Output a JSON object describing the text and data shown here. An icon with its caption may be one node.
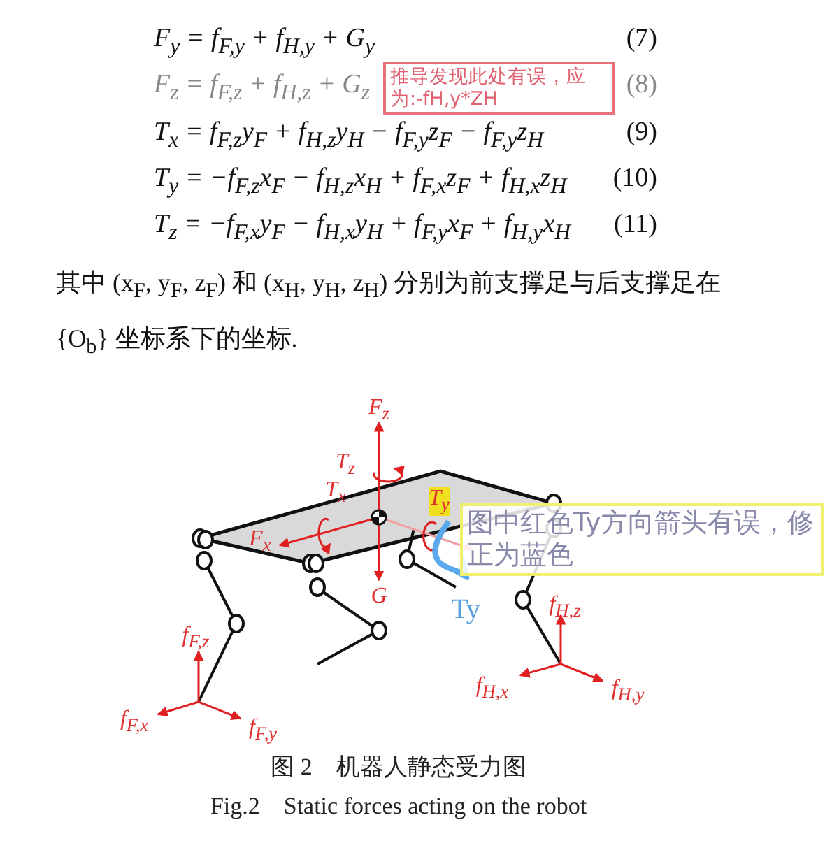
{
  "diagram": {
    "nodes": [
      {
        "text": [
          "推导发现此处有误，应为:-fH,y*ZH"
        ]
      },
      {
        "text": [
          "图中红色Ty方向箭头有误，修正为蓝色"
        ]
      }
    ],
    "labels": [
      "F$_{y}$ = f$_{F,y}$ + f$_{H,y}$ + G$_{y}$",
      "(7)",
      "F$_{z}$ = f$_{F,z}$ + f$_{H,z}$ + G$_{z}$",
      "(8)",
      "T$_{x}$ = f$_{F,z}$y$_{F}$ + f$_{H,z}$y$_{H}$ − f$_{F,y}$z$_{F}$ − f$_{F,y}$z$_{H}$",
      "(9)",
      "T$_{y}$ = −f$_{F,z}$x$_{F}$ − f$_{H,z}$x$_{H}$ + f$_{F,x}$z$_{F}$ + f$_{H,x}$z$_{H}$",
      "(10)",
      "T$_{z}$ = −f$_{F,x}$y$_{F}$ − f$_{H,x}$y$_{H}$ + f$_{F,y}$x$_{F}$ + f$_{H,y}$x$_{H}$",
      "(11)",
      "其中 (x$_{F}$, y$_{F}$, z$_{F}$) 和 (x$_{H}$, y$_{H}$, z$_{H}$) 分别为前支撑足与后支撑足在 {O$_{b}$} 坐标系下的坐标.",
      "F$_{z}$",
      "T$_{z}$",
      "T$_{x}$",
      "F$_{x}$",
      "T$_{y}$",
      "G",
      "Ty",
      "f$_{H,z}$",
      "f$_{F,z}$",
      "f$_{F,x}$",
      "f$_{F,y}$",
      "f$_{H,x}$",
      "f$_{H,y}$",
      "图 2　机器人静态受力图",
      "Fig.2　Static forces acting on the robot"
    ]
  }
}
